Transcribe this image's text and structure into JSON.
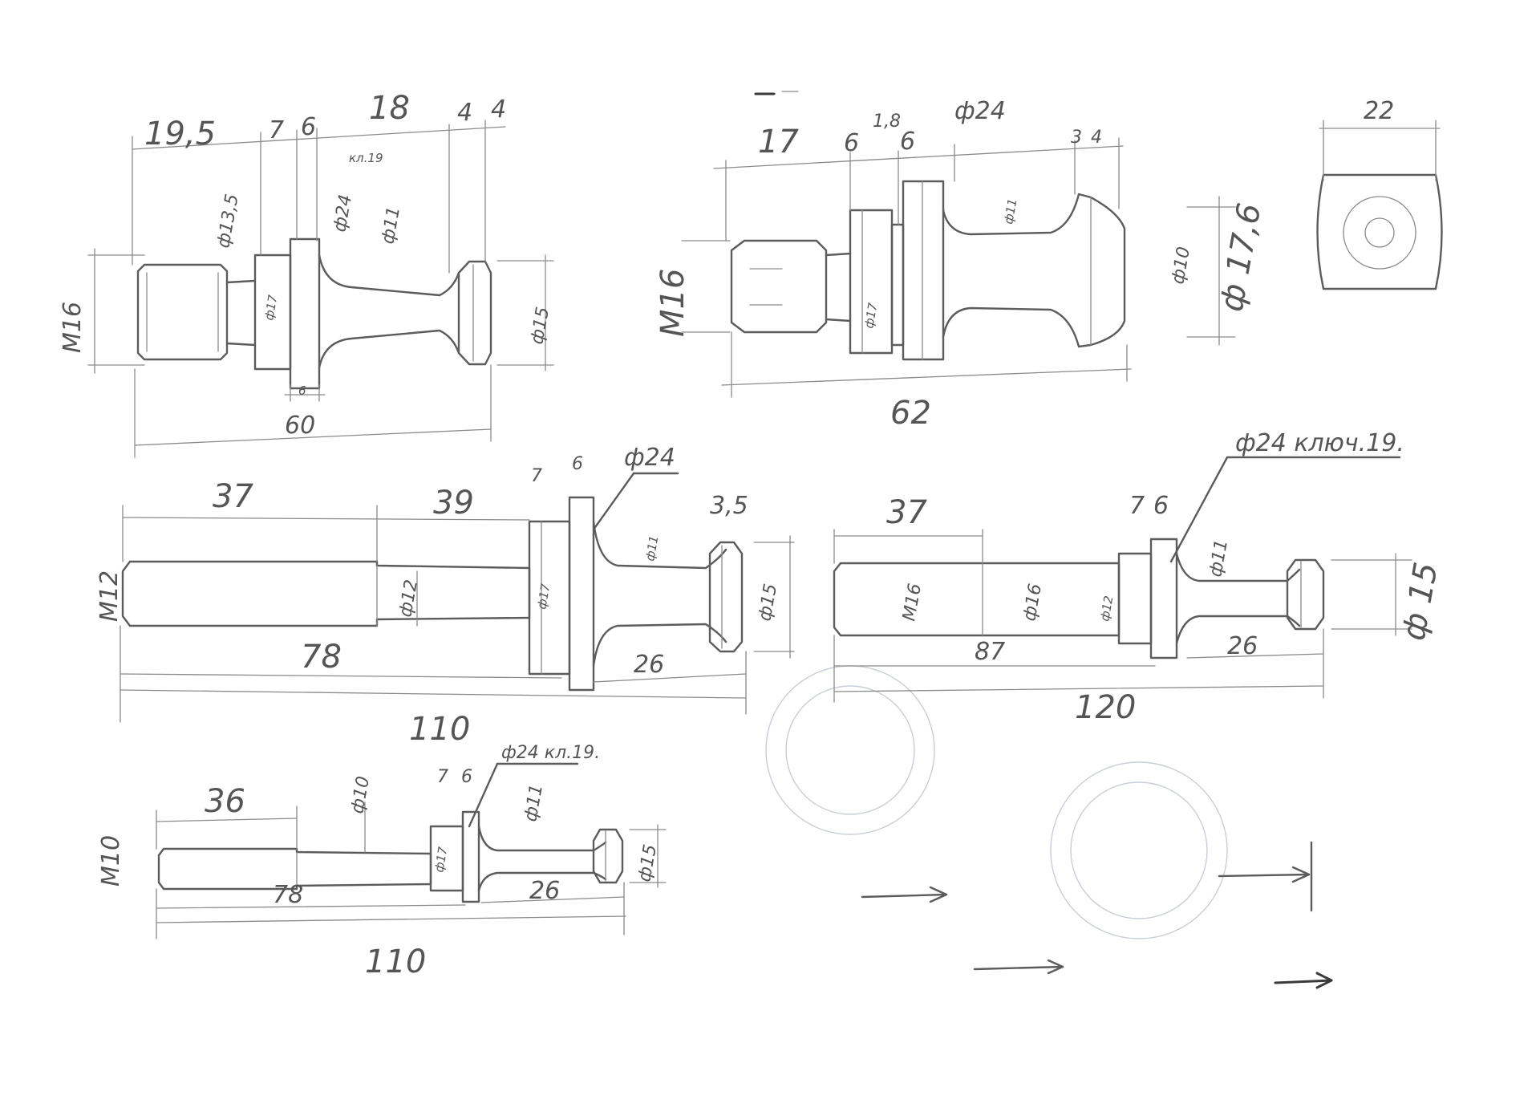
{
  "parts": [
    {
      "id": "part1",
      "dims": {
        "l_195": "19,5",
        "l_7": "7",
        "l_6": "6",
        "l_18": "18",
        "l_4a": "4",
        "l_4b": "4",
        "thread": "M16",
        "d135": "ф13,5",
        "d24": "ф24",
        "key": "кл.19",
        "d11": "ф11",
        "d17": "ф17",
        "d15": "ф15",
        "w6": "6",
        "total": "60"
      }
    },
    {
      "id": "part2",
      "dims": {
        "l_17": "17",
        "l_6a": "6",
        "l_18": "1,8",
        "l_6b": "6",
        "d24": "ф24",
        "l_3": "3",
        "l_4": "4",
        "w22": "22",
        "thread": "M16",
        "d17": "ф17",
        "d11": "ф11",
        "d10": "ф10",
        "d176": "ф 17,6",
        "total": "62"
      }
    },
    {
      "id": "part3",
      "dims": {
        "l_37": "37",
        "l_39": "39",
        "l_7": "7",
        "l_6": "6",
        "d24": "ф24",
        "l_35": "3,5",
        "thread": "M12",
        "d12": "ф12",
        "d17": "ф17",
        "d11": "ф11",
        "d15": "ф15",
        "l_78": "78",
        "l_26": "26",
        "total": "110"
      }
    },
    {
      "id": "part4",
      "dims": {
        "l_37": "37",
        "l_7": "7",
        "l_6": "6",
        "d24key": "ф24 ключ.19.",
        "d11": "ф11",
        "thread": "M16",
        "d16": "ф16",
        "d12": "ф12",
        "d15": "ф 15",
        "l_87": "87",
        "l_26": "26",
        "total": "120"
      }
    },
    {
      "id": "part5",
      "dims": {
        "l_36": "36",
        "d10": "ф10",
        "l_7": "7",
        "l_6": "6",
        "d24key": "ф24 кл.19.",
        "d11": "ф11",
        "thread": "M10",
        "d17": "ф17",
        "d15": "ф15",
        "l_78": "78",
        "l_26": "26",
        "total": "110"
      }
    }
  ]
}
